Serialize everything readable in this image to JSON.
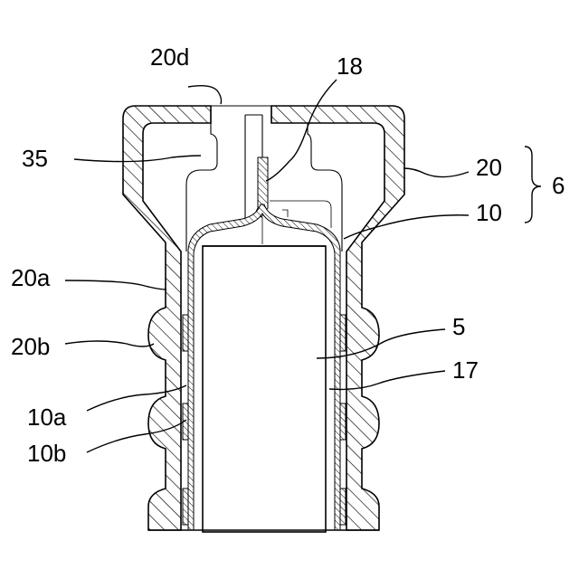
{
  "figure": {
    "labels": {
      "l20d": "20d",
      "l18": "18",
      "l35": "35",
      "l20": "20",
      "l6": "6",
      "l10": "10",
      "l20a": "20a",
      "l20b": "20b",
      "l5": "5",
      "l17": "17",
      "l10a": "10a",
      "l10b": "10b"
    }
  }
}
